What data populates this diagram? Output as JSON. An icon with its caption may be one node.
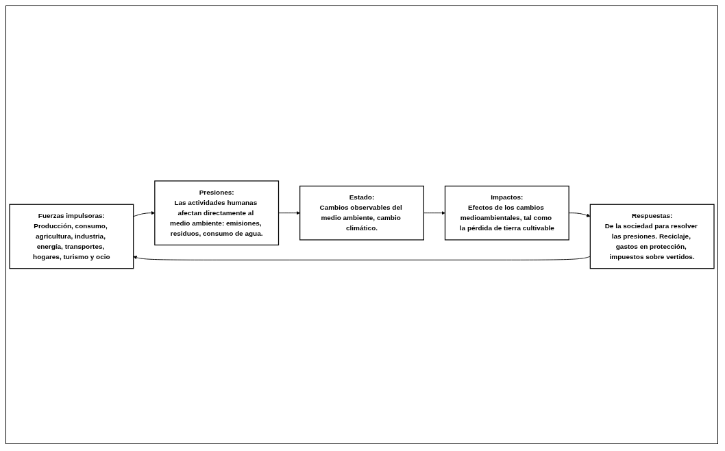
{
  "diagram": {
    "nodes": [
      {
        "text": [
          "Fuerzas impulsoras:",
          "Producción, consumo, agricultura, industria, energía, transportes, hogares, turismo y ocio"
        ]
      },
      {
        "text": [
          "Respuestas:",
          "De la sociedad para resolver las presiones. Reciclaje, gastos en protección, impuestos sobre vertidos."
        ]
      },
      {
        "text": [
          "Presiones:",
          "Las actividades humanas afectan directamente al medio ambiente: emisiones, residuos, consumo de agua."
        ]
      },
      {
        "text": [
          "Impactos:",
          "Efectos de los cambios medioambientales, tal como la pérdida de tierra cultivable"
        ]
      },
      {
        "text": [
          "Estado:",
          "Cambios observables del medio ambiente, cambio climático."
        ]
      }
    ],
    "edges": [
      {
        "from": 0,
        "to": 2,
        "arrow": "to"
      },
      {
        "from": 2,
        "to": 4,
        "arrow": "to"
      },
      {
        "from": 4,
        "to": 3,
        "arrow": "to"
      },
      {
        "from": 3,
        "to": 1,
        "arrow": "to"
      },
      {
        "from": 1,
        "to": 0,
        "arrow": "to"
      }
    ]
  }
}
